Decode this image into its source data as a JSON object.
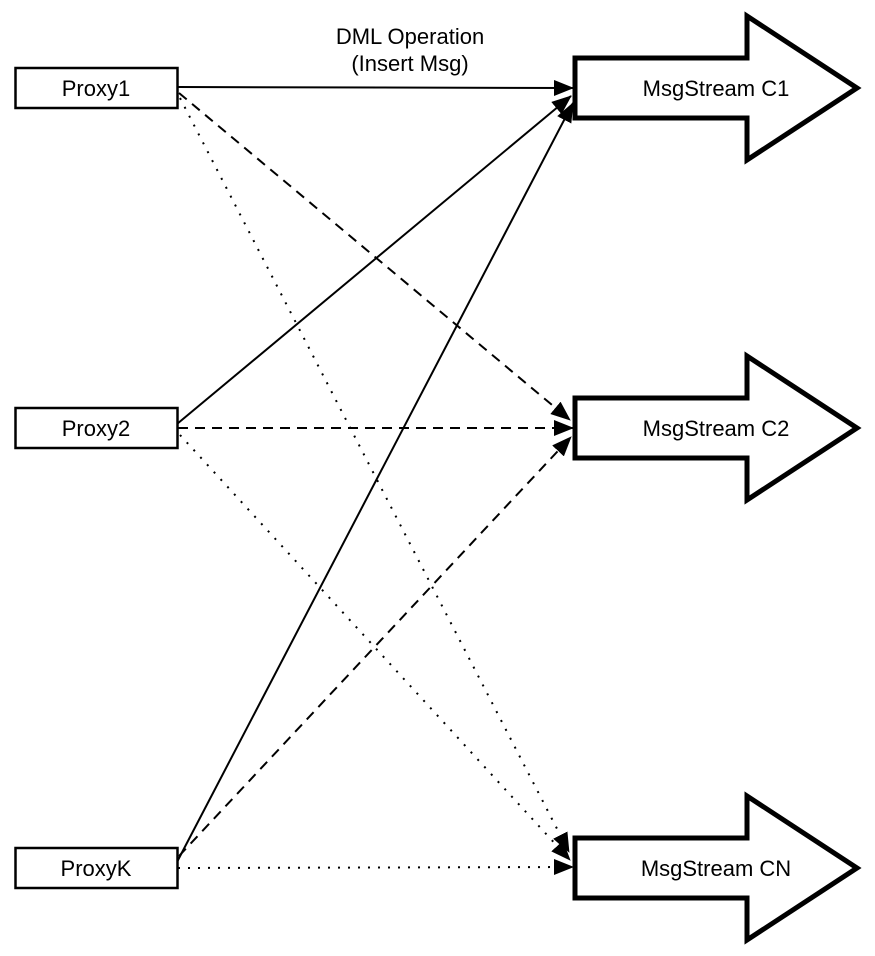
{
  "title": {
    "line1": "DML Operation",
    "line2": "(Insert Msg)"
  },
  "proxies": [
    {
      "id": "proxy1",
      "label": "Proxy1"
    },
    {
      "id": "proxy2",
      "label": "Proxy2"
    },
    {
      "id": "proxyk",
      "label": "ProxyK"
    }
  ],
  "streams": [
    {
      "id": "c1",
      "label": "MsgStream C1"
    },
    {
      "id": "c2",
      "label": "MsgStream C2"
    },
    {
      "id": "cn",
      "label": "MsgStream CN"
    }
  ],
  "connections": [
    {
      "from": "Proxy1",
      "to": "MsgStream C1",
      "style": "solid"
    },
    {
      "from": "Proxy2",
      "to": "MsgStream C1",
      "style": "solid"
    },
    {
      "from": "ProxyK",
      "to": "MsgStream C1",
      "style": "solid"
    },
    {
      "from": "Proxy1",
      "to": "MsgStream C2",
      "style": "dashed"
    },
    {
      "from": "Proxy2",
      "to": "MsgStream C2",
      "style": "dashed"
    },
    {
      "from": "ProxyK",
      "to": "MsgStream C2",
      "style": "dashed"
    },
    {
      "from": "Proxy1",
      "to": "MsgStream CN",
      "style": "dotted"
    },
    {
      "from": "Proxy2",
      "to": "MsgStream CN",
      "style": "dotted"
    },
    {
      "from": "ProxyK",
      "to": "MsgStream CN",
      "style": "dotted"
    }
  ],
  "colors": {
    "stroke": "#000000",
    "shape_fill": "#ffffff",
    "background": "#ffffff"
  }
}
